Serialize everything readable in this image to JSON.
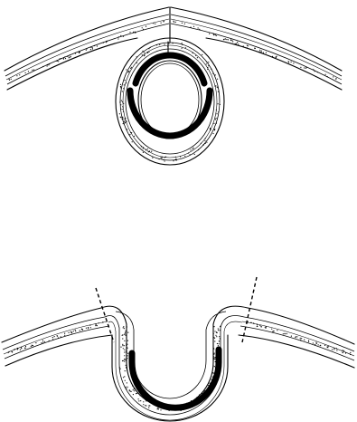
{
  "figure": {
    "panels": [
      {
        "id": "upper",
        "depiction": "closed-ring-fold"
      },
      {
        "id": "lower",
        "depiction": "open-u-fold"
      }
    ],
    "colors": {
      "ink": "#000000",
      "paper": "#ffffff"
    }
  }
}
